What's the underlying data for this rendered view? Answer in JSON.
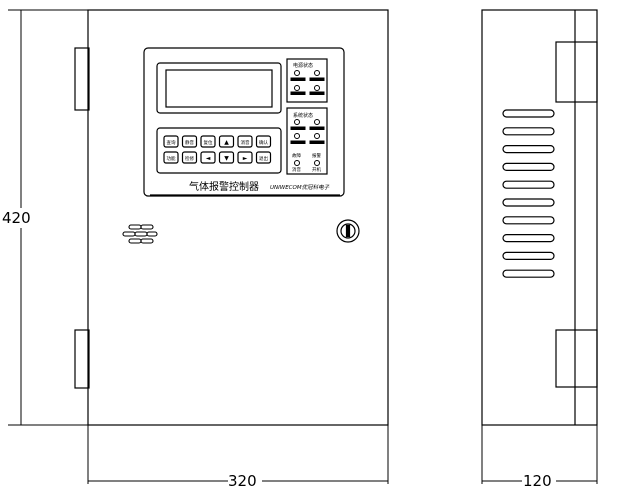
{
  "dimensions": {
    "height": "420",
    "width": "320",
    "depth": "120"
  },
  "panel": {
    "title": "气体报警控制器",
    "brand": "UNIWECOM优冠科电子",
    "status_groups": [
      {
        "label": "电源状态"
      },
      {
        "label": "系统状态"
      }
    ],
    "indicator_labels": [
      "故障",
      "报警",
      "消音",
      "开机"
    ],
    "keypad_keys": [
      "查询",
      "静音",
      "复位",
      "▲",
      "消音",
      "确认",
      "功能",
      "检修",
      "◄",
      "▼",
      "►",
      "退出"
    ]
  },
  "colors": {
    "line": "#000000",
    "background": "#ffffff",
    "panel_fill": "#f2f2f2"
  }
}
